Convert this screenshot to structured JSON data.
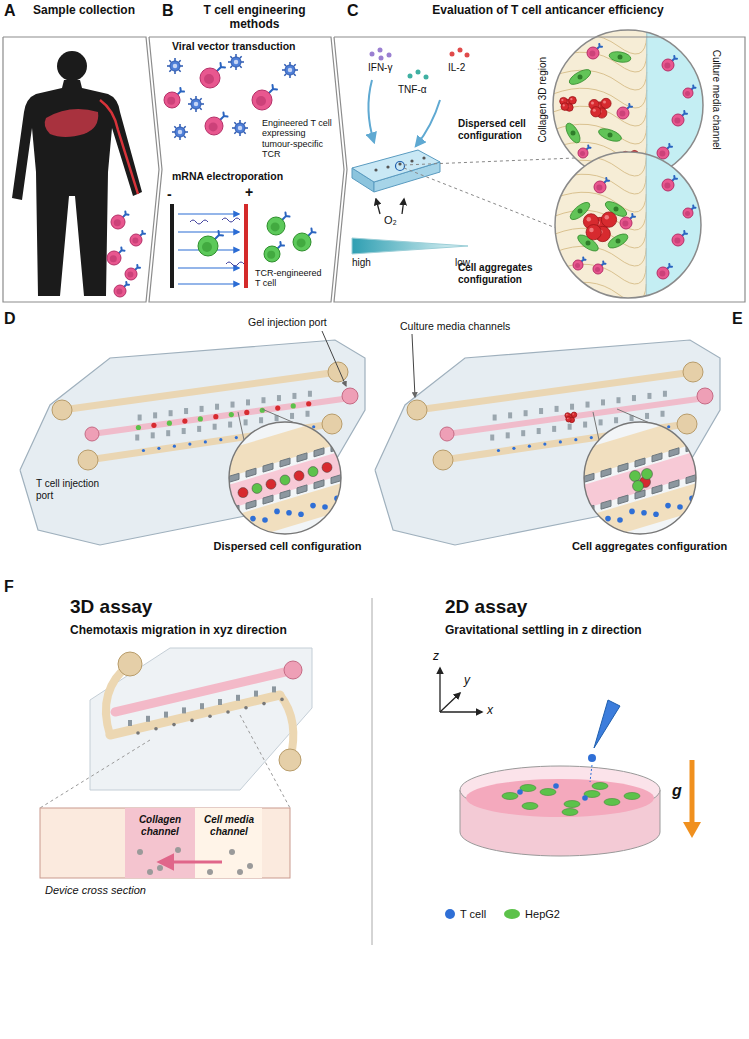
{
  "diagram": {
    "nodes": [
      {
        "text": [
          "A",
          "Sample collection"
        ]
      },
      {
        "text": [
          "B",
          "T cell engineering methods"
        ]
      },
      {
        "text": [
          "C",
          "Evaluation of T cell anticancer efficiency"
        ]
      }
    ],
    "labels": [
      "Viral vector transduction",
      "Engineered T cell expressing tumour-specific TCR",
      "mRNA electroporation",
      "-",
      "+",
      "TCR-engineered T cell",
      "IFN-γ",
      "TNF-α",
      "IL-2",
      "Collagen 3D region",
      "Culture media channel",
      "Dispersed cell configuration",
      "O₂",
      "high",
      "low",
      "Cell aggregates configuration",
      "D",
      "Gel injection port",
      "E",
      "T cell injection port",
      "Culture media channels",
      "Dispersed cell configuration",
      "Cell aggregates configuration",
      "F",
      "3D assay",
      "Chemotaxis migration in xyz direction",
      "2D assay",
      "Gravitational settling in z direction",
      "z",
      "y",
      "x",
      "Collagen channel",
      "Cell media channel",
      "g",
      "Device cross section"
    ],
    "legend": [
      {
        "text": "T cell",
        "color": "#2f6fd6"
      },
      {
        "text": "HepG2",
        "color": "#5cc24a"
      }
    ]
  }
}
